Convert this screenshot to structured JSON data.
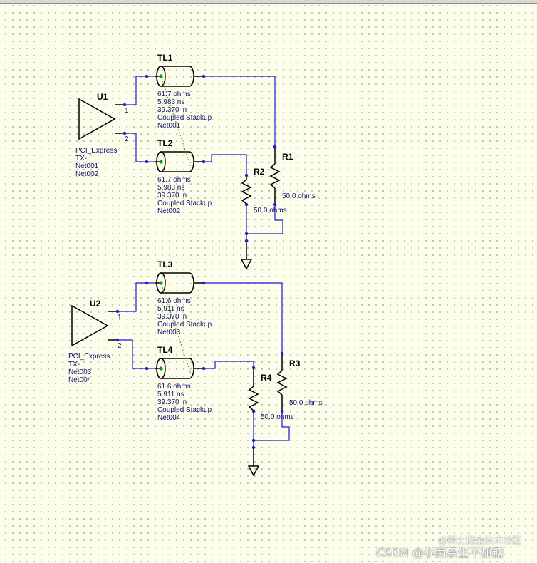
{
  "components": {
    "u1": {
      "ref": "U1",
      "pin1": "1",
      "pin2": "2",
      "lines": [
        "PCI_Express",
        "TX-",
        "Net001",
        "Net002"
      ]
    },
    "u2": {
      "ref": "U2",
      "pin1": "1",
      "pin2": "2",
      "lines": [
        "PCI_Express",
        "TX-",
        "Net003",
        "Net004"
      ]
    },
    "tl1": {
      "ref": "TL1",
      "lines": [
        "61.7 ohms",
        "5.983 ns",
        "39.370 in",
        "Coupled Stackup",
        "Net001"
      ]
    },
    "tl2": {
      "ref": "TL2",
      "lines": [
        "61.7 ohms",
        "5.983 ns",
        "39.370 in",
        "Coupled Stackup",
        "Net002"
      ]
    },
    "tl3": {
      "ref": "TL3",
      "lines": [
        "61.6 ohms",
        "5.911 ns",
        "39.370 in",
        "Coupled Stackup",
        "Net003"
      ]
    },
    "tl4": {
      "ref": "TL4",
      "lines": [
        "61.6 ohms",
        "5.911 ns",
        "39.370 in",
        "Coupled Stackup",
        "Net004"
      ]
    },
    "r1": {
      "ref": "R1",
      "value": "50.0 ohms"
    },
    "r2": {
      "ref": "R2",
      "value": "50.0 ohms"
    },
    "r3": {
      "ref": "R3",
      "value": "50.0 ohms"
    },
    "r4": {
      "ref": "R4",
      "value": "50.0 ohms"
    }
  },
  "watermark": {
    "top": "@稀土掘金技术社区",
    "bottom": "CSDN @小西茶生不加糖"
  },
  "colors": {
    "background": "#fdfdec",
    "wire": "#1b1bd6",
    "text": "#101070",
    "coupling": "#2b9a2b"
  }
}
